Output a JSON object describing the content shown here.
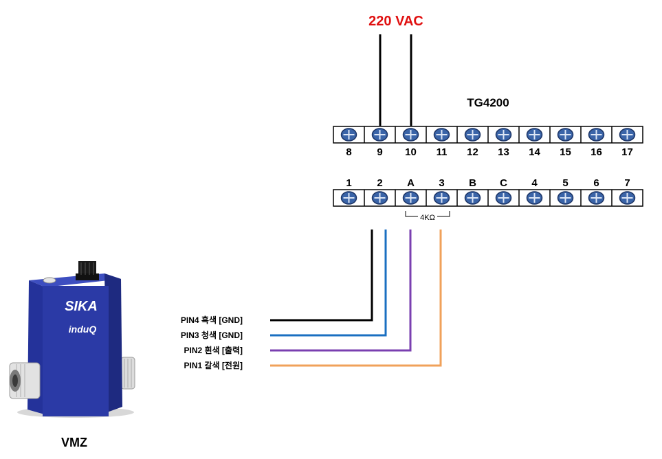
{
  "supply_label": "220 VAC",
  "controller_model": "TG4200",
  "terminals_top": [
    "8",
    "9",
    "10",
    "11",
    "12",
    "13",
    "14",
    "15",
    "16",
    "17"
  ],
  "terminals_bottom": [
    "1",
    "2",
    "A",
    "3",
    "B",
    "C",
    "4",
    "5",
    "6",
    "7"
  ],
  "resistor_label": "4KΩ",
  "pins": [
    {
      "label": "PIN4 흑색 [GND]",
      "color": "#000000"
    },
    {
      "label": "PIN3 청색 [GND]",
      "color": "#1a6fc1"
    },
    {
      "label": "PIN2 흰색 [출력]",
      "color": "#7a3fb0"
    },
    {
      "label": "PIN1 갈색 [전원]",
      "color": "#f0a15a"
    }
  ],
  "sensor": {
    "name": "VMZ",
    "brand": "SIKA",
    "product_line": "induQ"
  },
  "colors": {
    "supply_text": "#e01010",
    "screw": "#3a64a8",
    "sensor_body": "#2a3aa0"
  }
}
